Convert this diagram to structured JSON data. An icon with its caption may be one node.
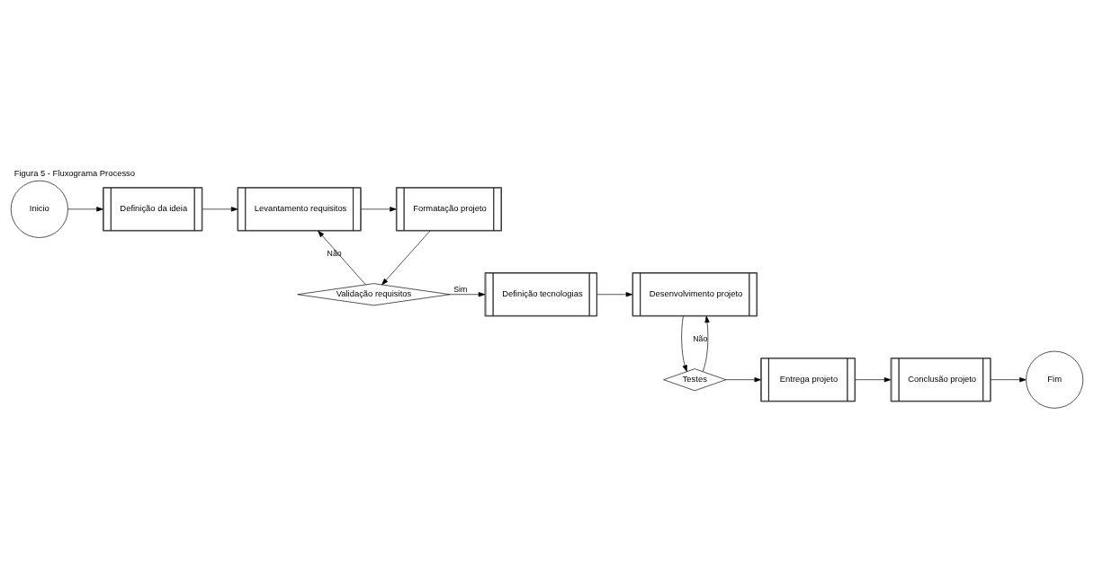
{
  "diagram": {
    "title": "Figura 5 - Fluxograma Processo",
    "nodes": [
      {
        "text": [
          "Inicio"
        ]
      },
      {
        "text": [
          "Definição da ideia"
        ]
      },
      {
        "text": [
          "Levantamento requisitos"
        ]
      },
      {
        "text": [
          "Formatação projeto"
        ]
      },
      {
        "text": [
          "Validação requisitos"
        ]
      },
      {
        "text": [
          "Definição tecnologias"
        ]
      },
      {
        "text": [
          "Desenvolvimento projeto"
        ]
      },
      {
        "text": [
          "Testes"
        ]
      },
      {
        "text": [
          "Entrega projeto"
        ]
      },
      {
        "text": [
          "Conclusão projeto"
        ]
      },
      {
        "text": [
          "Fim"
        ]
      }
    ],
    "edges": [
      {
        "from": 0,
        "to": 1,
        "arrow": "to"
      },
      {
        "from": 1,
        "to": 2,
        "arrow": "to"
      },
      {
        "from": 2,
        "to": 3,
        "arrow": "to"
      },
      {
        "from": 3,
        "to": 4,
        "arrow": "to"
      },
      {
        "from": 4,
        "to": 2,
        "arrow": "to",
        "label": "Não"
      },
      {
        "from": 4,
        "to": 5,
        "arrow": "to",
        "label": "Sim"
      },
      {
        "from": 5,
        "to": 6,
        "arrow": "to"
      },
      {
        "from": 6,
        "to": 7,
        "arrow": "to"
      },
      {
        "from": 7,
        "to": 6,
        "arrow": "to",
        "label": "Não"
      },
      {
        "from": 7,
        "to": 8,
        "arrow": "to"
      },
      {
        "from": 8,
        "to": 9,
        "arrow": "to"
      },
      {
        "from": 9,
        "to": 10,
        "arrow": "to"
      }
    ]
  }
}
